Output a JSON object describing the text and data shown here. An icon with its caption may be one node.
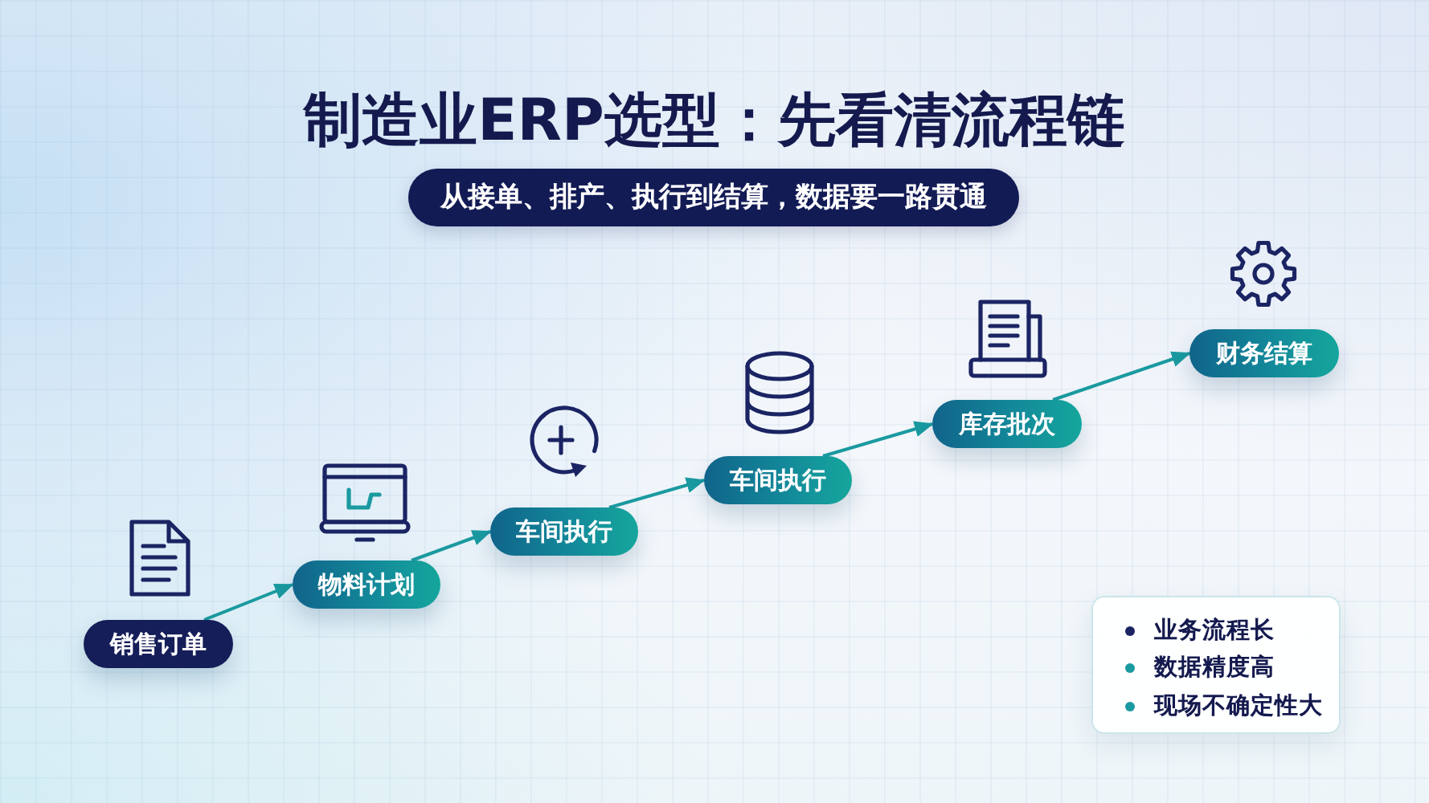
{
  "diagram": {
    "title": "制造业ERP选型：先看清流程链",
    "nodes": [
      {
        "text": [
          "从接单、排产、执行到结算，数据要一路贯通"
        ]
      },
      {
        "text": [
          "销售订单"
        ]
      },
      {
        "text": [
          "物料计划"
        ]
      },
      {
        "text": [
          "车间执行"
        ]
      },
      {
        "text": [
          "车间执行"
        ]
      },
      {
        "text": [
          "库存批次"
        ]
      },
      {
        "text": [
          "财务结算"
        ]
      },
      {
        "text": [
          "业务流程长",
          "数据精度高",
          "现场不确定性大"
        ]
      }
    ],
    "edges": [
      {
        "from": 1,
        "to": 2,
        "arrow": "to"
      },
      {
        "from": 2,
        "to": 3,
        "arrow": "to"
      },
      {
        "from": 3,
        "to": 4,
        "arrow": "to"
      },
      {
        "from": 4,
        "to": 5,
        "arrow": "to"
      },
      {
        "from": 5,
        "to": 6,
        "arrow": "to"
      }
    ]
  }
}
